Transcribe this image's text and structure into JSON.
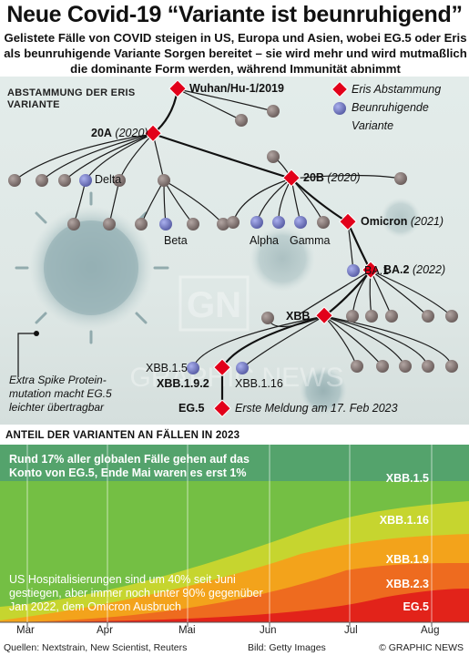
{
  "title": "Neue Covid-19 “Variante ist beunruhigend”",
  "subtitle": "Gelistete Fälle von COVID steigen in US, Europa und Asien, wobei EG.5 oder Eris als beunruhigende Variante Sorgen bereitet – sie wird mehr und wird mutmaßlich die dominante Form werden, während Immunität abnimmt",
  "tree": {
    "heading_line1": "ABSTAMMUNG DER ERIS",
    "heading_line2": "VARIANTE",
    "legend_lineage": "Eris Abstammung",
    "legend_concern_line1": "Beunruhigende",
    "legend_concern_line2": "Variante",
    "root": "Wuhan/Hu-1/2019",
    "n20A": "20A",
    "n20A_year": "(2020)",
    "n20B": "20B",
    "n20B_year": "(2020)",
    "omicron": "Omicron",
    "omicron_year": "(2021)",
    "ba1": "BA.1",
    "ba2": "BA.2",
    "ba2_year": "(2022)",
    "xbb": "XBB",
    "xbb15": "XBB.1.5",
    "xbb192": "XBB.1.9.2",
    "xbb116": "XBB.1.16",
    "eg5": "EG.5",
    "eg5_note": "Erste Meldung am 17. Feb 2023",
    "delta": "Delta",
    "beta": "Beta",
    "alpha": "Alpha",
    "gamma": "Gamma",
    "spike_note_line1": "Extra Spike Protein-",
    "spike_note_line2": "mutation macht EG.5",
    "spike_note_line3": "leichter übertragbar"
  },
  "chart": {
    "title": "ANTEIL DER VARIANTEN  AN FÄLLEN IN 2023",
    "note_top": "Rund 17% aller globalen Fälle gehen auf das Konto von EG.5, Ende Mai waren es erst 1%",
    "note_bottom": "US Hospitalisierungen sind um 40% seit Juni gestiegen, aber immer noch unter 90% gegenüber Jan 2022, dem Omicron Ausbruch",
    "labels": [
      "XBB.1.5",
      "XBB.1.16",
      "XBB.1.9",
      "XBB.2.3",
      "EG.5"
    ],
    "months": [
      "Mar",
      "Apr",
      "Mai",
      "Jun",
      "Jul",
      "Aug"
    ],
    "colors": [
      "#74bf44",
      "#c6d52f",
      "#f3a31b",
      "#ee6b1f",
      "#e2231a"
    ]
  },
  "colors": {
    "lineage": "#e2001a",
    "concern": "#7b80c4",
    "other_variant": "#8b7d7b"
  },
  "footer": {
    "sources": "Quellen: Nextstrain, New Scientist, Reuters",
    "image_credit": "Bild: Getty Images",
    "copyright": "© GRAPHIC NEWS"
  }
}
